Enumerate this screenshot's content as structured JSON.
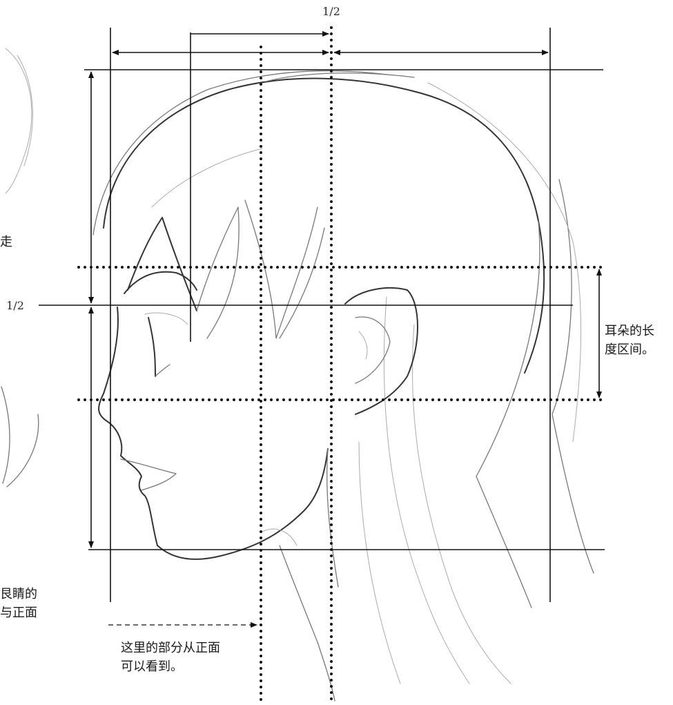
{
  "labels": {
    "top_half": "1/2",
    "left_half": "1/2",
    "ear_label_line1": "耳朵的长",
    "ear_label_line2": "度区间。",
    "front_label_line1": "这里的部分从正面",
    "front_label_line2": "可以看到。",
    "cut_left_top": "走",
    "cut_left_bottom_line1": "艮睛的",
    "cut_left_bottom_line2": "与正面"
  },
  "colors": {
    "ink": "#111111",
    "sketch": "#777777",
    "background": "#ffffff"
  }
}
